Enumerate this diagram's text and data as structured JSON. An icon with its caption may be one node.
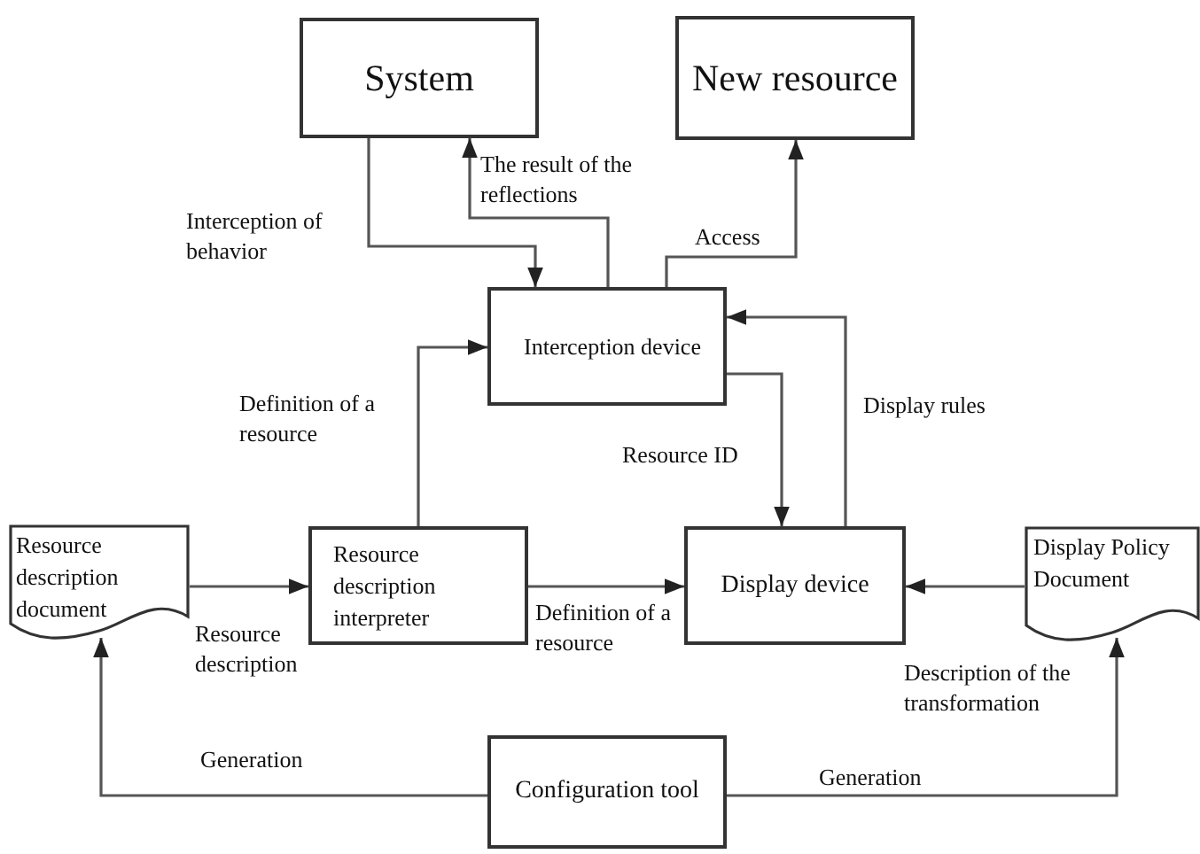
{
  "diagram": {
    "nodes": [
      {
        "text": [
          "System"
        ]
      },
      {
        "text": [
          "New resource"
        ]
      },
      {
        "text": [
          "Interception device"
        ]
      },
      {
        "text": [
          "Resource description document"
        ]
      },
      {
        "text": [
          "Resource description interpreter"
        ]
      },
      {
        "text": [
          "Display device"
        ]
      },
      {
        "text": [
          "Display Policy Document"
        ]
      },
      {
        "text": [
          "Configuration tool"
        ]
      }
    ],
    "edges": [
      {
        "from": 0,
        "to": 2,
        "arrow": "to",
        "label": "Interception of behavior"
      },
      {
        "from": 2,
        "to": 0,
        "arrow": "to",
        "label": "The result of the reflections"
      },
      {
        "from": 2,
        "to": 1,
        "arrow": "to",
        "label": "Access"
      },
      {
        "from": 4,
        "to": 2,
        "arrow": "to",
        "label": "Definition of a resource"
      },
      {
        "from": 2,
        "to": 5,
        "arrow": "to",
        "label": "Resource ID"
      },
      {
        "from": 5,
        "to": 2,
        "arrow": "to",
        "label": "Display rules"
      },
      {
        "from": 3,
        "to": 4,
        "arrow": "to",
        "label": "Resource description"
      },
      {
        "from": 4,
        "to": 5,
        "arrow": "to",
        "label": "Definition of a resource"
      },
      {
        "from": 6,
        "to": 5,
        "arrow": "to",
        "label": "Description of the transformation"
      },
      {
        "from": 7,
        "to": 3,
        "arrow": "to",
        "label": "Generation"
      },
      {
        "from": 7,
        "to": 6,
        "arrow": "to",
        "label": "Generation"
      }
    ]
  }
}
